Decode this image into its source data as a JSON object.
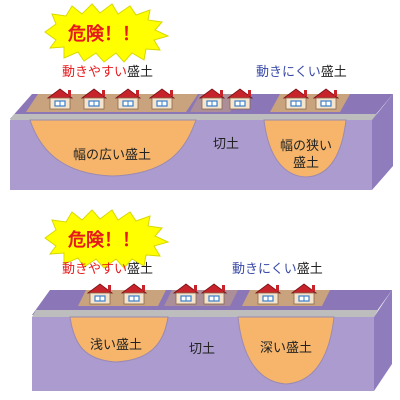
{
  "panel_top": {
    "danger": "危険！！",
    "caption_left_red": "動きやすい",
    "caption_left_black": "盛土",
    "caption_right_blue": "動きにくい",
    "caption_right_black": "盛土",
    "fill_left": "幅の広い盛土",
    "cut": "切土",
    "fill_right_line1": "幅の狭い",
    "fill_right_line2": "盛土"
  },
  "panel_bottom": {
    "danger": "危険！！",
    "caption_left_red": "動きやすい",
    "caption_left_black": "盛土",
    "caption_right_blue": "動きにくい",
    "caption_right_black": "盛土",
    "fill_left": "浅い盛土",
    "cut": "切土",
    "fill_right": "深い盛土"
  },
  "colors": {
    "starburst": "#ffff00",
    "starburst_stroke": "#d8d800",
    "danger_text": "#e8191b",
    "red_text": "#e8191b",
    "blue_text": "#3a4aa8",
    "ground_top": "#8b76b8",
    "ground_front": "#ab9bcf",
    "ground_side": "#8f7cbd",
    "fill_soil": "#f6b56b",
    "surface_brown": "#c9a27e",
    "road": "#bdbdbd",
    "house_wall": "#f4e3cd",
    "house_roof": "#c6232b",
    "house_window": "#3b7fc9"
  }
}
